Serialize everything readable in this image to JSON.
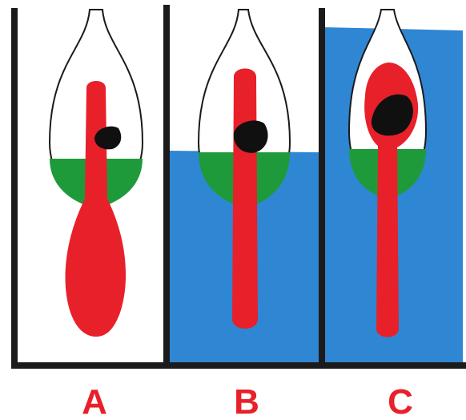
{
  "panels": [
    {
      "label": "A",
      "water_level": 0.0
    },
    {
      "label": "B",
      "water_level": 0.6
    },
    {
      "label": "C",
      "water_level": 1.0
    }
  ],
  "colors": {
    "background": "#ffffff",
    "frame": "#1b1b1b",
    "water": "#2f86d2",
    "air_gap": "#ffffff",
    "tube_fill": "#e8202a",
    "oil_layer": "#1f9a3a",
    "blob": "#101010",
    "label": "#e8202a",
    "outline": "#1a1a1a"
  },
  "icons": {
    "flask": "flask-shape",
    "blob": "irregular-blob"
  }
}
